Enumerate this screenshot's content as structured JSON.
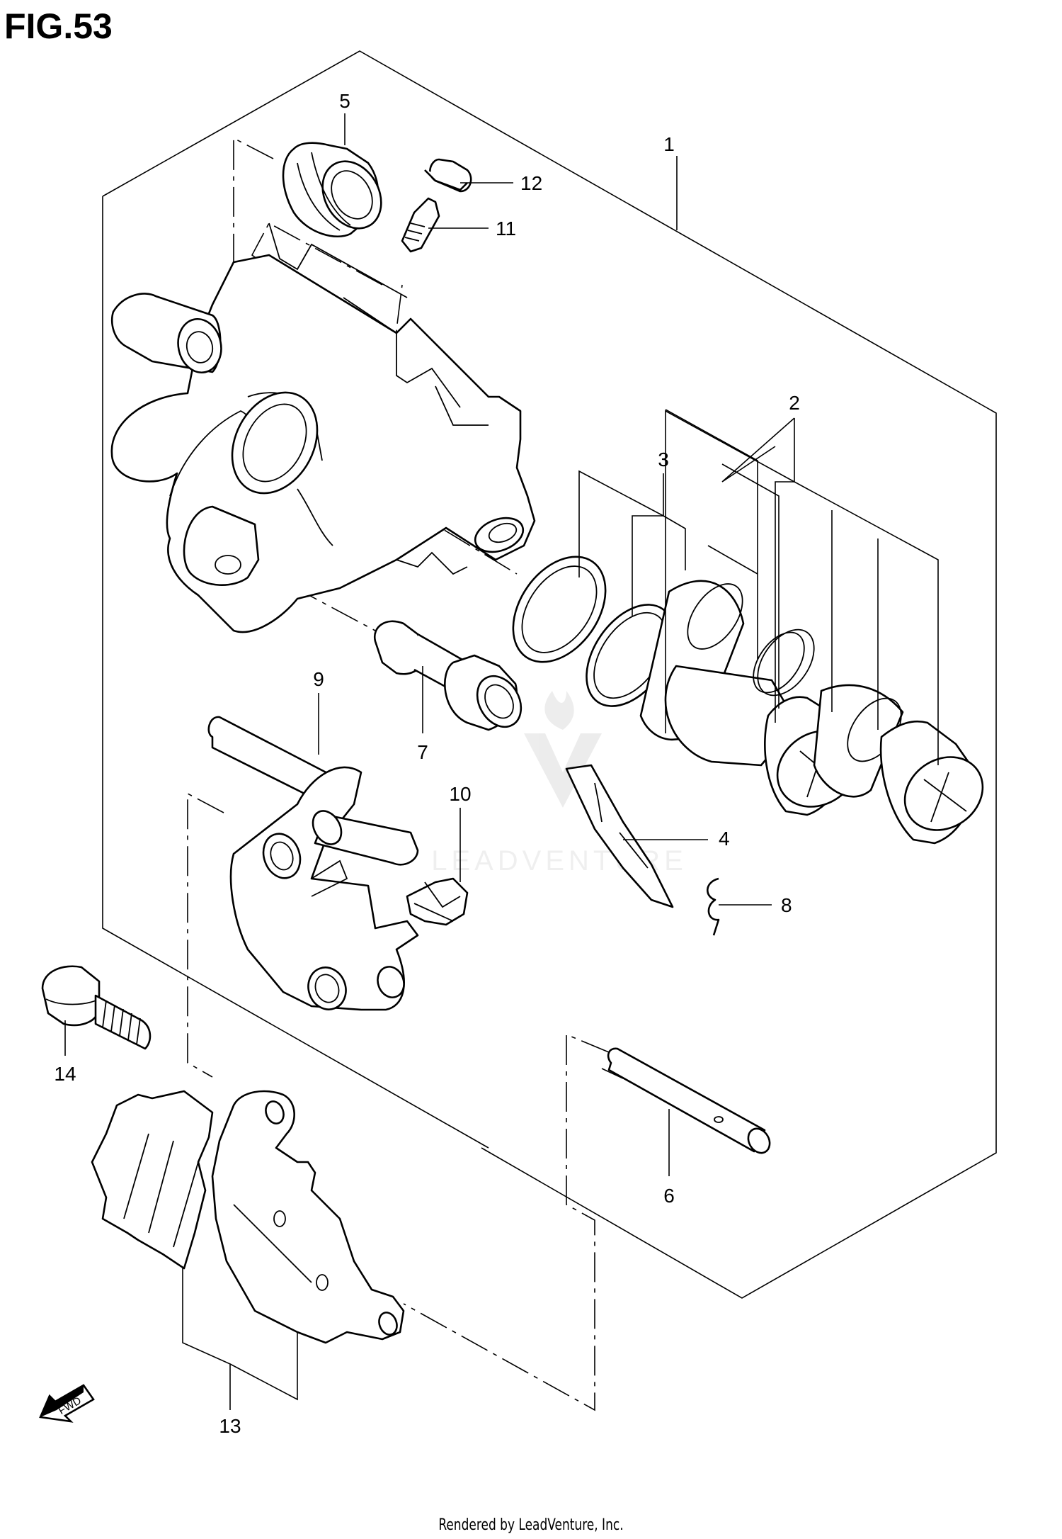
{
  "figure": {
    "title": "FIG.53"
  },
  "callouts": {
    "c1": "1",
    "c2": "2",
    "c3": "3",
    "c4": "4",
    "c5": "5",
    "c6": "6",
    "c7": "7",
    "c8": "8",
    "c9": "9",
    "c10": "10",
    "c11": "11",
    "c12": "12",
    "c13": "13",
    "c14": "14"
  },
  "watermark": {
    "text": "LEADVENTURE"
  },
  "direction": {
    "text": "FWD"
  },
  "footer": {
    "text": "Rendered by LeadVenture, Inc."
  },
  "icons": [
    "fwd-arrow-icon",
    "leadventure-logo-icon"
  ]
}
